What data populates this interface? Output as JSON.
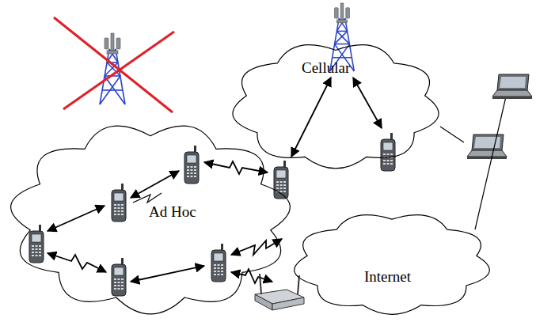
{
  "diagram": {
    "nodes": [
      {
        "text": [
          "Ad Hoc"
        ]
      },
      {
        "text": [
          "Cellular"
        ]
      },
      {
        "text": [
          "Internet"
        ]
      }
    ]
  }
}
